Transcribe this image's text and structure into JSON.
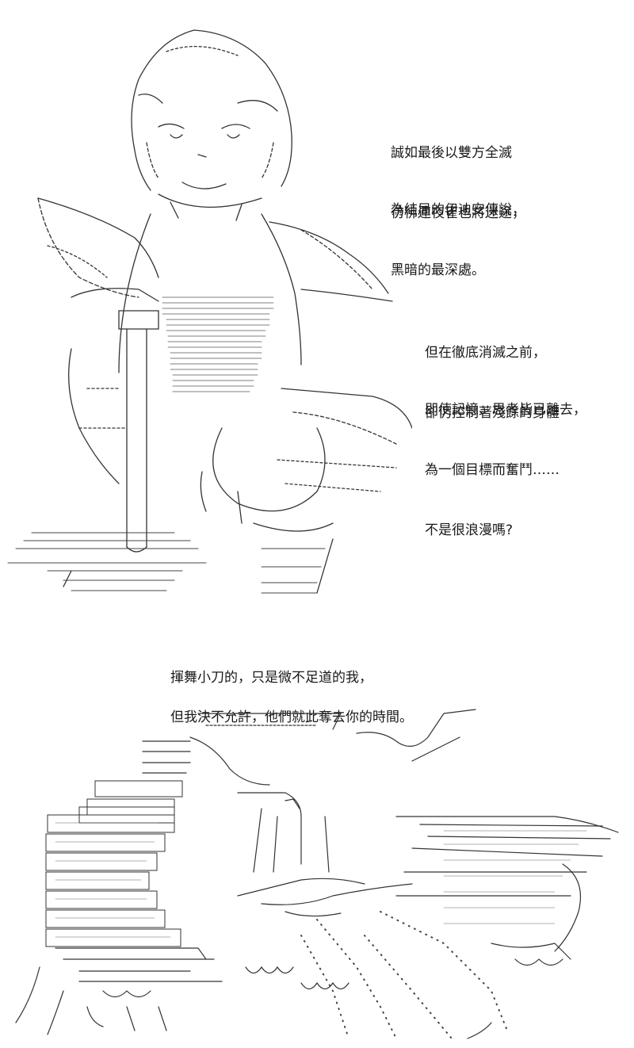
{
  "text_blocks": {
    "block1": [
      "誠如最後以雙方全滅",
      "為結局的伊迪安傳說，"
    ],
    "block2": [
      "彷彿連夜雀也將迷途，",
      "黑暗的最深處。"
    ],
    "block3": [
      "但在徹底消滅之前，",
      "即使記憶、思考皆已離去，"
    ],
    "block4": [
      "卻仍控制著殘餘的身體",
      "為一個目標而奮鬥……"
    ],
    "block5": [
      "不是很浪漫嗎?"
    ],
    "block6": [
      "揮舞小刀的，只是微不足道的我，"
    ],
    "block7": [
      "但我決不允許，他們就此奪去你的時間。"
    ]
  }
}
